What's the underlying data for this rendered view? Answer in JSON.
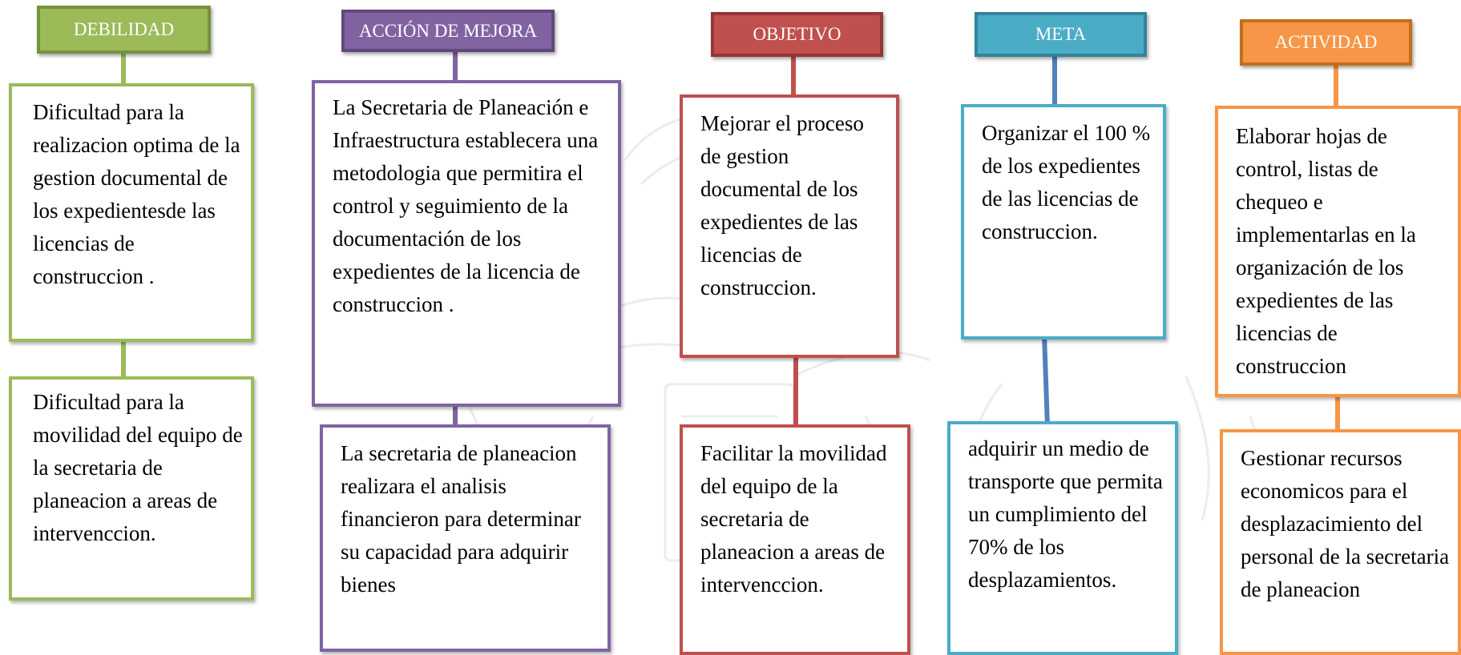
{
  "colors": {
    "debilidad": {
      "fill": "#9bbb59",
      "stroke": "#76923c"
    },
    "accion": {
      "fill": "#8064a2",
      "stroke": "#5f497a"
    },
    "objetivo": {
      "fill": "#c0504d",
      "stroke": "#943634"
    },
    "meta": {
      "fill": "#4bacc6",
      "stroke": "#31849b"
    },
    "actividad": {
      "fill": "#f79646",
      "stroke": "#c0701c"
    }
  },
  "headers": {
    "debilidad": "DEBILIDAD",
    "accion": "ACCIÓN DE MEJORA",
    "objetivo": "OBJETIVO",
    "meta": "META",
    "actividad": "ACTIVIDAD"
  },
  "boxes": {
    "debilidad_1": "Dificultad para la realizacion optima de la gestion documental de los expedientesde las licencias de construccion .",
    "debilidad_2": "Dificultad para la movilidad del equipo de la secretaria de planeacion a areas de intervenccion.",
    "accion_1": "La Secretaria de Planeación e Infraestructura establecera una metodologia que permitira el control y seguimiento de la documentación de los expedientes de la licencia de construccion .",
    "accion_2": "La secretaria de planeacion realizara el analisis financieron para determinar su capacidad para adquirir bienes",
    "objetivo_1": "Mejorar el proceso de gestion documental de los expedientes de las licencias de construccion.",
    "objetivo_2": "Facilitar la movilidad del equipo de la secretaria de planeacion a areas de intervenccion.",
    "meta_1": "Organizar el 100 % de los expedientes de las licencias de construccion.",
    "meta_2": "adquirir un medio de transporte que permita un cumplimiento del 70% de los desplazamientos.",
    "actividad_1": "Elaborar hojas de control, listas de chequeo e implementarlas en la organización de los expedientes de las licencias de construccion",
    "actividad_2": "Gestionar recursos economicos para el desplazacimiento del personal de la secretaria de planeacion"
  },
  "icons": {
    "watermark": "faint-emblem-watermark"
  }
}
